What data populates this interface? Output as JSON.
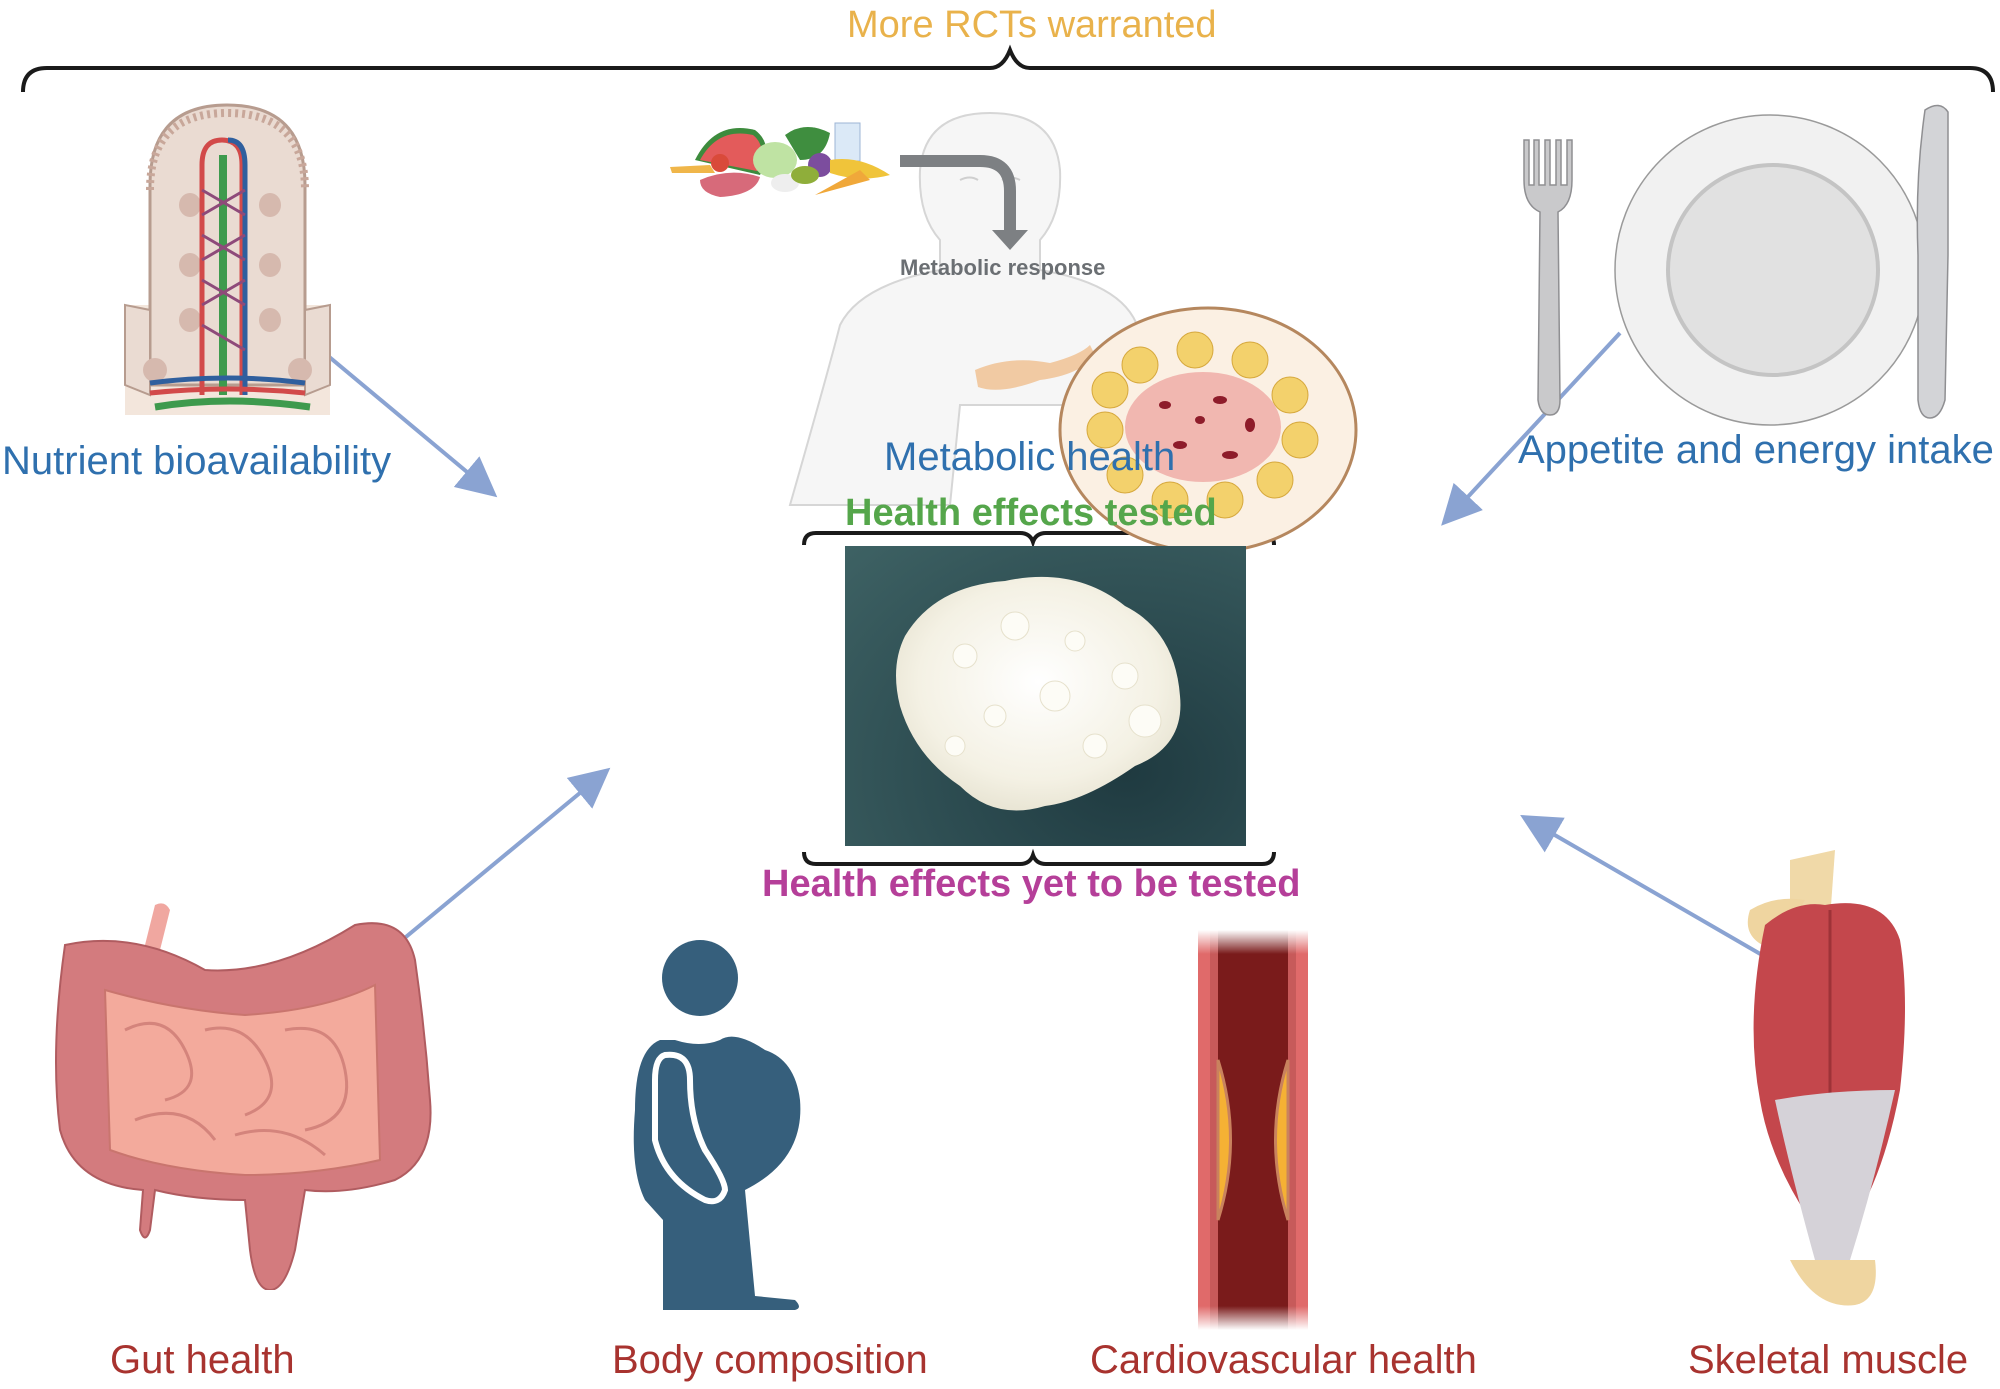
{
  "title": "More RCTs warranted",
  "center": {
    "tested_heading": "Health effects tested",
    "untested_heading": "Health effects yet to be tested",
    "photo_label": "cottage-cheese-photo"
  },
  "tested_effects": [
    {
      "label": "Nutrient bioavailability",
      "icon": "intestinal-villus-icon"
    },
    {
      "label": "Metabolic health",
      "icon": "metabolic-response-icon",
      "inner_label": "Metabolic response"
    },
    {
      "label": "Appetite and energy intake",
      "icon": "plate-cutlery-icon"
    }
  ],
  "untested_effects": [
    {
      "label": "Gut health",
      "icon": "intestines-icon"
    },
    {
      "label": "Body composition",
      "icon": "body-silhouette-icon"
    },
    {
      "label": "Cardiovascular health",
      "icon": "artery-plaque-icon"
    },
    {
      "label": "Skeletal muscle",
      "icon": "calf-muscle-icon"
    }
  ],
  "colors": {
    "title": "#e9b24b",
    "tested_labels": "#2f70ae",
    "untested_labels": "#a8332f",
    "tested_heading": "#55a64b",
    "untested_heading": "#b53f99",
    "arrows": "#8aa3d2"
  }
}
